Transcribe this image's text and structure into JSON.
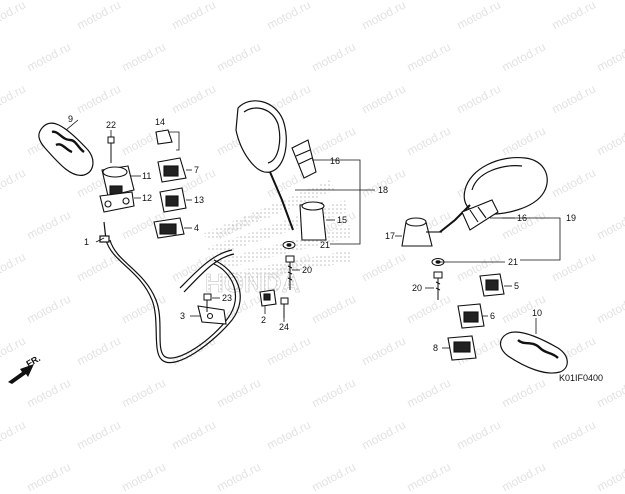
{
  "diagram": {
    "watermark_text": "motod.ru",
    "diagram_code": "K01IF0400",
    "direction_label": "FR.",
    "brand_text": "HONDA",
    "callouts": {
      "c1": "1",
      "c2": "2",
      "c3": "3",
      "c4": "4",
      "c5": "5",
      "c6": "6",
      "c7": "7",
      "c8": "8",
      "c9": "9",
      "c10": "10",
      "c11": "11",
      "c12": "12",
      "c13": "13",
      "c14": "14",
      "c15": "15",
      "c16a": "16",
      "c16b": "16",
      "c17": "17",
      "c18": "18",
      "c19": "19",
      "c20a": "20",
      "c20b": "20",
      "c21a": "21",
      "c21b": "21",
      "c22": "22",
      "c23": "23",
      "c24": "24"
    }
  }
}
